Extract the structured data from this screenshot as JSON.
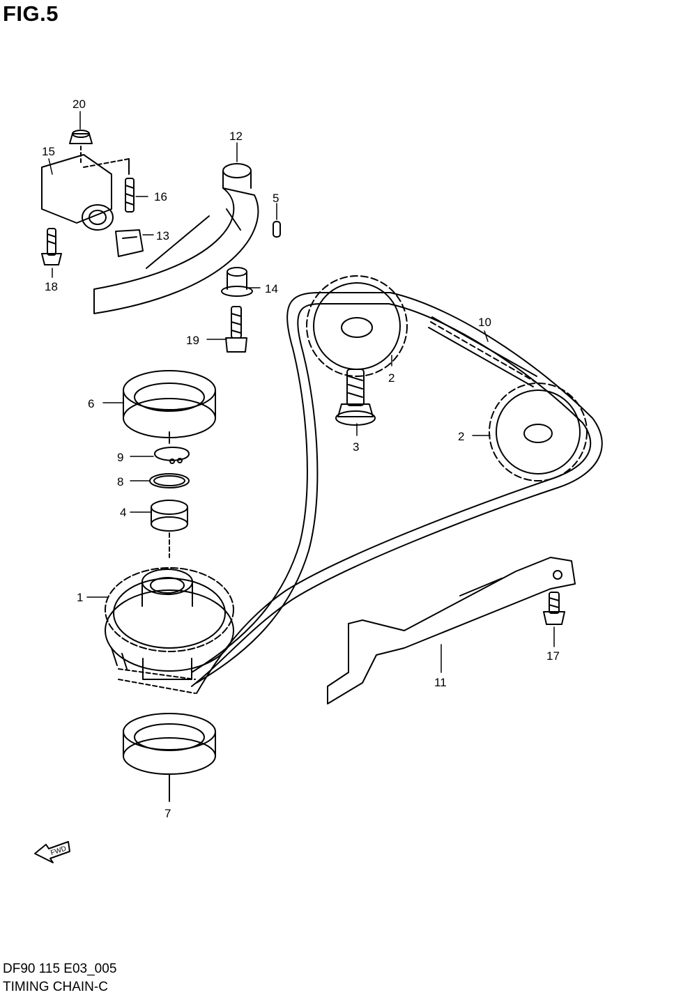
{
  "figure": {
    "title": "FIG.5",
    "code": "DF90 115 E03_005",
    "name": "TIMING CHAIN-C"
  },
  "callouts": {
    "c1": "1",
    "c2a": "2",
    "c2b": "2",
    "c3": "3",
    "c4": "4",
    "c5": "5",
    "c6": "6",
    "c7": "7",
    "c8": "8",
    "c9": "9",
    "c10": "10",
    "c11": "11",
    "c12": "12",
    "c13": "13",
    "c14": "14",
    "c15": "15",
    "c16": "16",
    "c17": "17",
    "c18": "18",
    "c19": "19",
    "c20": "20"
  },
  "direction_badge": "FWD",
  "colors": {
    "ink": "#000000",
    "paper": "#ffffff"
  }
}
